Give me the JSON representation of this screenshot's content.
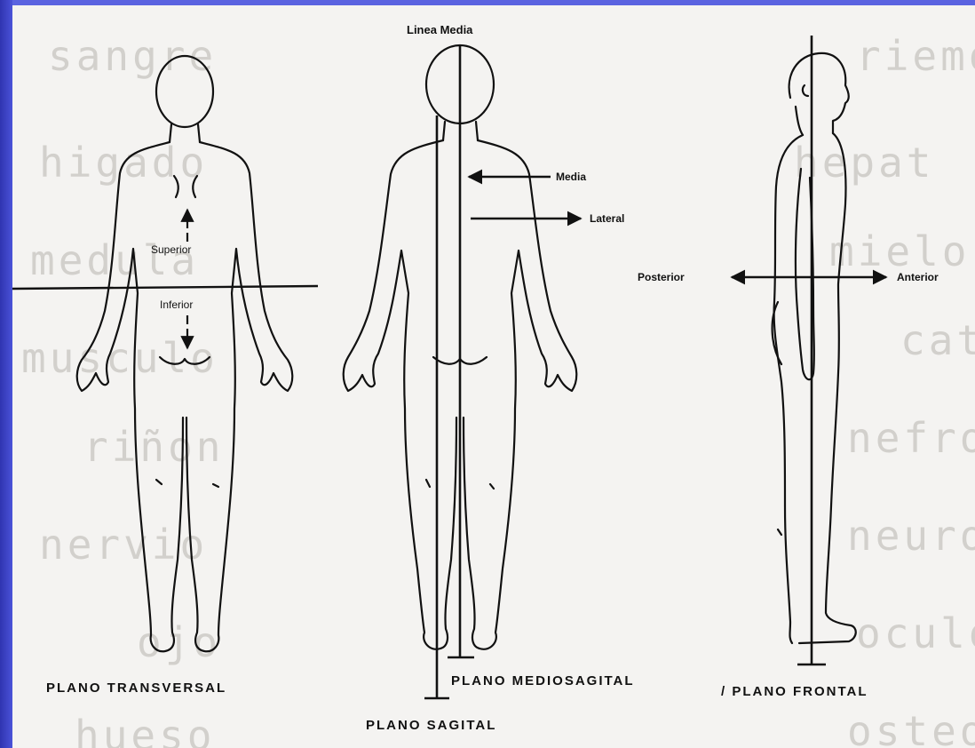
{
  "labels": {
    "linea_media": "Linea Media",
    "media": "Media",
    "lateral": "Lateral",
    "superior": "Superior",
    "inferior": "Inferior",
    "posterior": "Posterior",
    "anterior": "Anterior"
  },
  "captions": {
    "transversal": "PLANO TRANSVERSAL",
    "mediosagital": "PLANO MEDIOSAGITAL",
    "frontal": "/ PLANO FRONTAL",
    "sagital": "PLANO SAGITAL"
  },
  "background_text": [
    "sangre",
    "higado",
    "medula",
    "musculo",
    "riñon",
    "nervio",
    "ojo",
    "hueso",
    "riemo",
    "hepat",
    "mielo",
    "cato",
    "nefro",
    "neuro",
    "oculo",
    "osteo"
  ],
  "colors": {
    "frame": "#3a3fc0",
    "paper": "#f4f3f1",
    "ink": "#111111"
  }
}
